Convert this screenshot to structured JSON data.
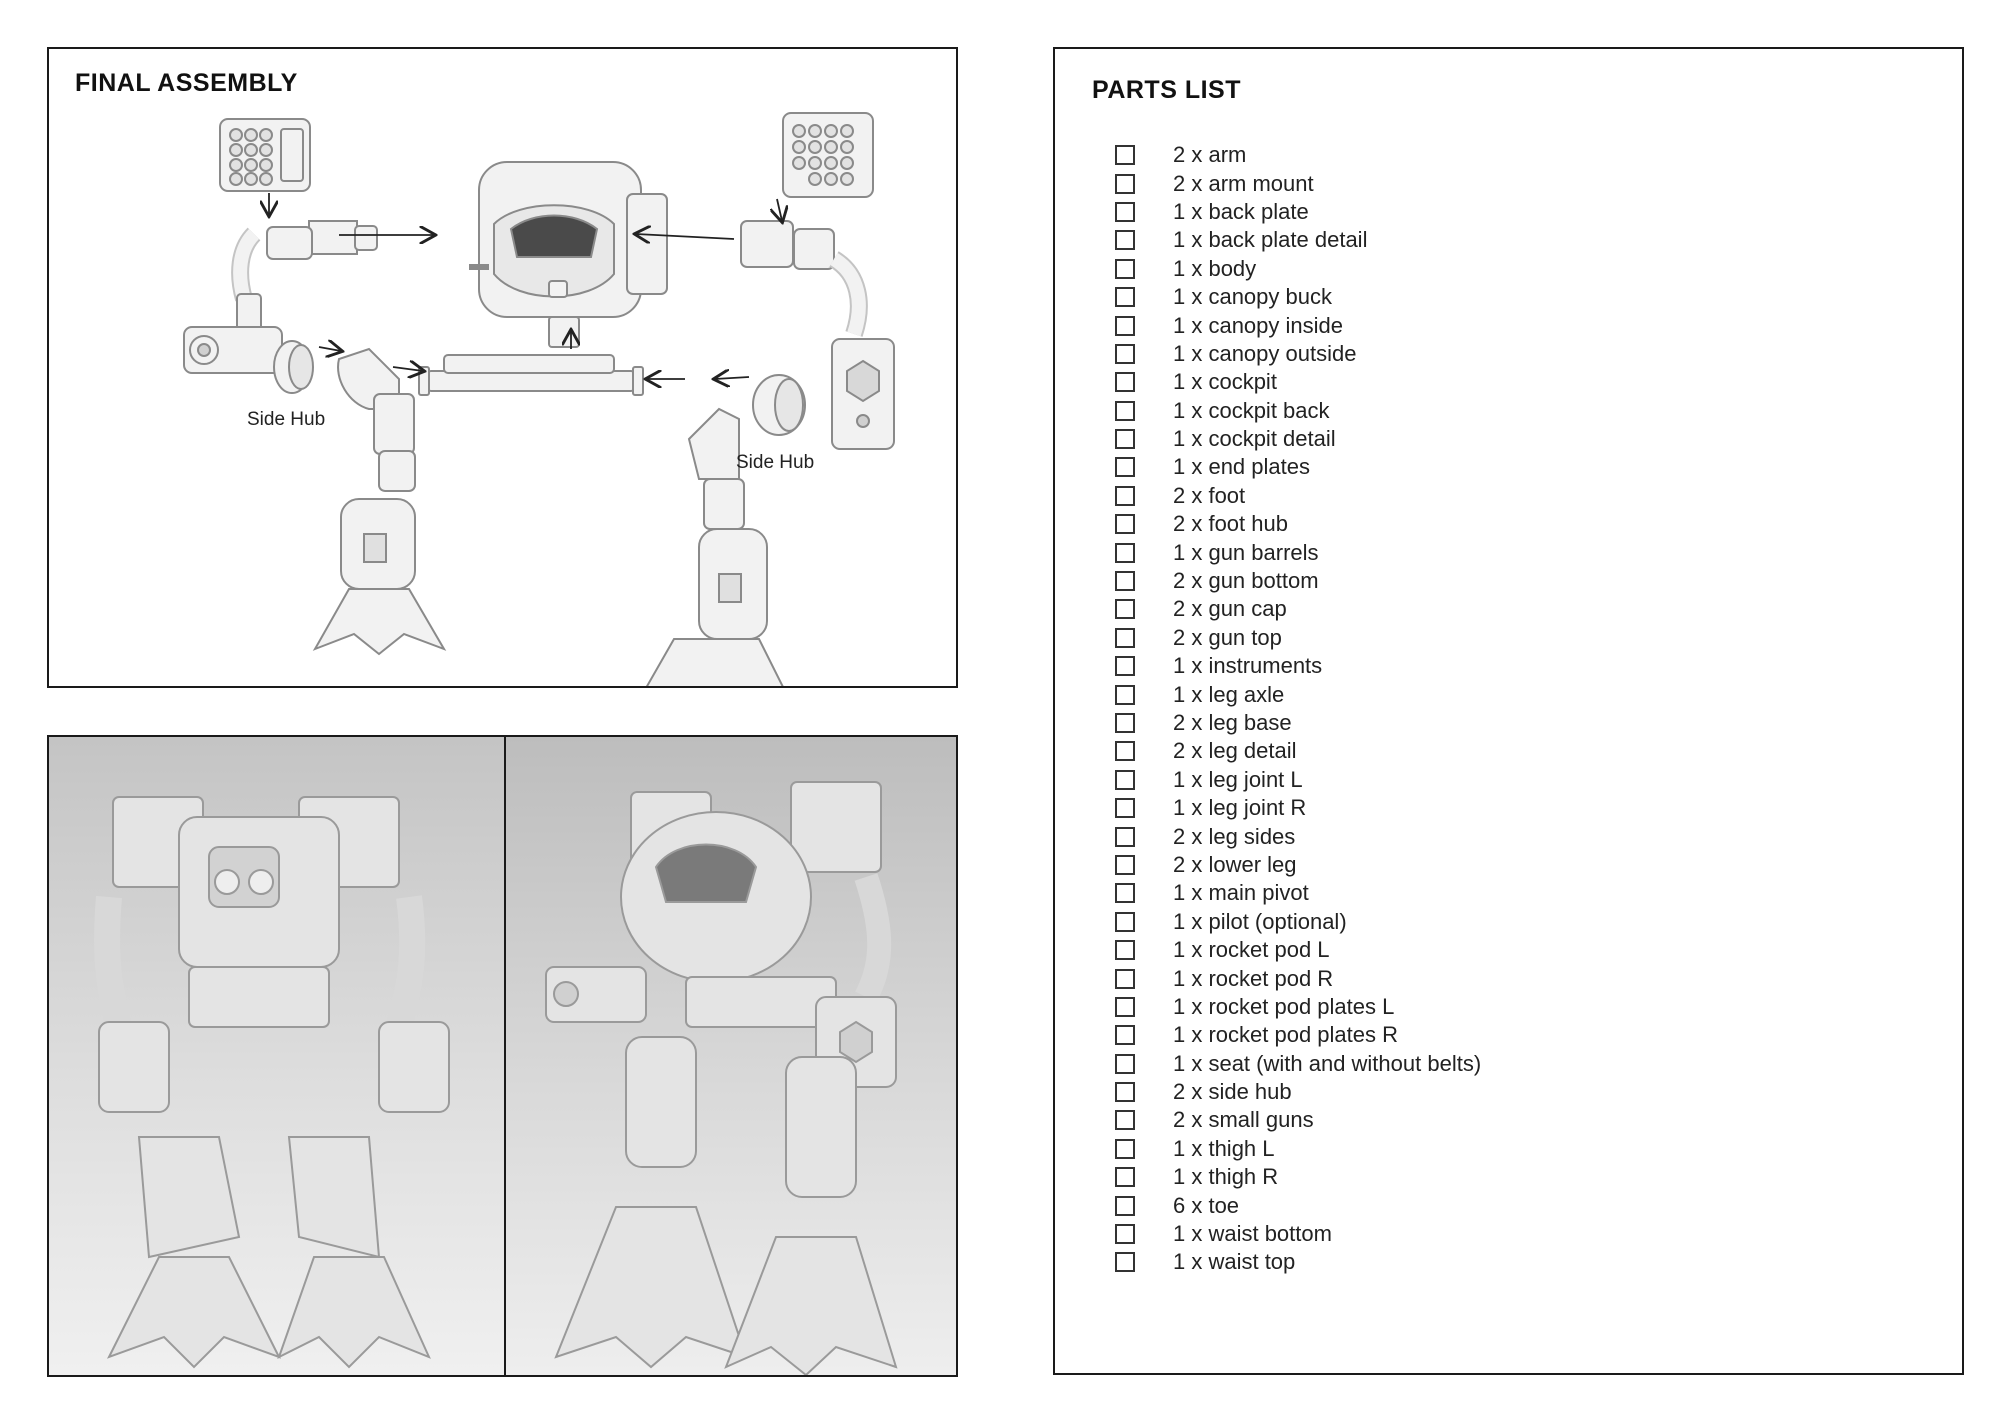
{
  "assembly": {
    "title": "FINAL ASSEMBLY",
    "labels": [
      "Side Hub",
      "Side Hub"
    ]
  },
  "parts": {
    "title": "PARTS LIST",
    "items": [
      "2 x arm",
      "2 x arm mount",
      "1 x back plate",
      "1 x back plate detail",
      "1 x body",
      "1 x canopy buck",
      "1 x canopy inside",
      "1 x canopy outside",
      "1 x cockpit",
      "1 x cockpit back",
      "1 x cockpit detail",
      "1 x end plates",
      "2 x foot",
      "2 x foot hub",
      "1 x gun barrels",
      "2 x gun bottom",
      "2 x gun cap",
      "2 x gun top",
      "1 x instruments",
      "1 x leg axle",
      "2 x leg base",
      "2 x leg detail",
      "1 x leg joint L",
      "1 x leg joint R",
      "2 x leg sides",
      "2 x lower leg",
      "1 x main pivot",
      "1 x pilot (optional)",
      "1 x rocket pod L",
      "1 x rocket pod R",
      "1 x rocket pod plates L",
      "1 x rocket pod plates R",
      "1 x seat (with and without belts)",
      "2 x side hub",
      "2 x small guns",
      "1 x thigh L",
      "1 x thigh R",
      "6 x toe",
      "1 x waist bottom",
      "1 x waist top"
    ]
  },
  "colors": {
    "border": "#1a1a1a",
    "part_fill": "#f2f2f2",
    "part_stroke": "#8a8a8a",
    "photo_bg": "#d7d7d7"
  }
}
